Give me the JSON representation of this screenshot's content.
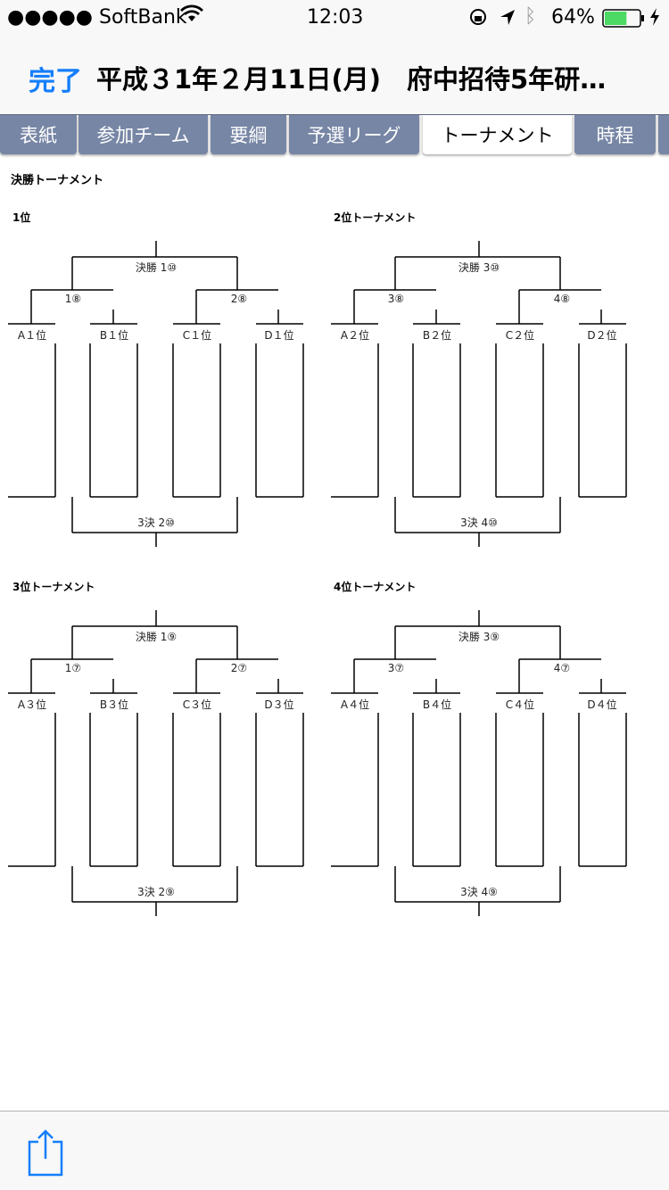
{
  "status": {
    "carrier": "●●●●● SoftBank",
    "time": "12:03",
    "battery": "64%",
    "battery_level": 0.64
  },
  "nav": {
    "done": "完了",
    "title": "平成３1年２月11日(月)　府中招待5年研…"
  },
  "tabs": [
    {
      "label": "表紙"
    },
    {
      "label": "参加チーム"
    },
    {
      "label": "要綱"
    },
    {
      "label": "予選リーグ"
    },
    {
      "label": "トーナメント",
      "active": true
    },
    {
      "label": "時程"
    }
  ],
  "page": {
    "heading": "決勝トーナメント",
    "brackets": [
      {
        "title": "1位",
        "final": "決勝 1⑩",
        "semi1": "1⑧",
        "semi2": "2⑧",
        "teams": [
          "A１位",
          "B１位",
          "C１位",
          "D１位"
        ],
        "third": "3決 2⑩"
      },
      {
        "title": "2位トーナメント",
        "final": "決勝 3⑩",
        "semi1": "3⑧",
        "semi2": "4⑧",
        "teams": [
          "A２位",
          "B２位",
          "C２位",
          "D２位"
        ],
        "third": "3決 4⑩"
      },
      {
        "title": "3位トーナメント",
        "final": "決勝 1⑨",
        "semi1": "1⑦",
        "semi2": "2⑦",
        "teams": [
          "A３位",
          "B３位",
          "C３位",
          "D３位"
        ],
        "third": "3決 2⑨"
      },
      {
        "title": "4位トーナメント",
        "final": "決勝 3⑨",
        "semi1": "3⑦",
        "semi2": "4⑦",
        "teams": [
          "A４位",
          "B４位",
          "C４位",
          "D４位"
        ],
        "third": "3決 4⑨"
      }
    ]
  },
  "colors": {
    "accent": "#157efb",
    "tab": "#7786a5"
  }
}
